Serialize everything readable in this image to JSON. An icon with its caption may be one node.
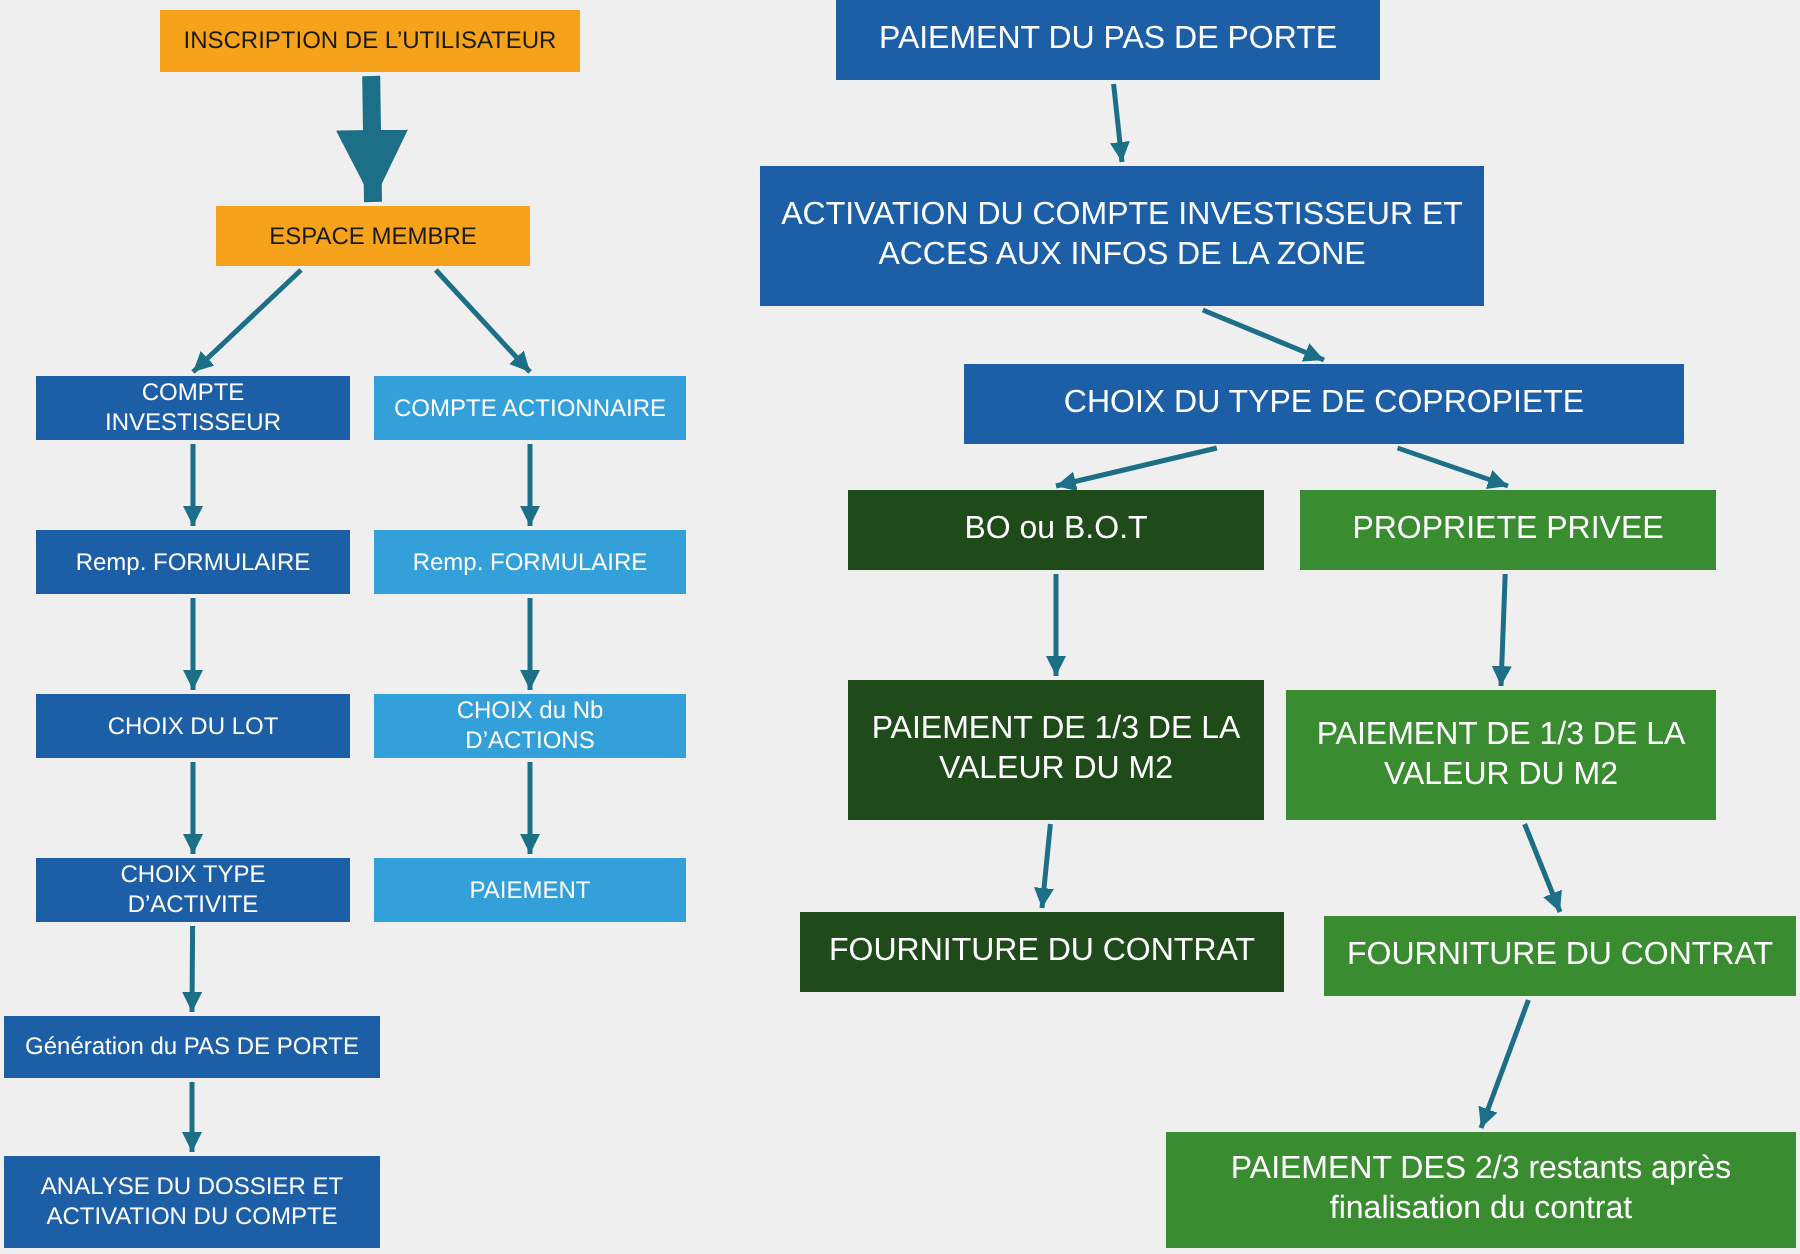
{
  "diagram": {
    "nodes": [
      {
        "text": [
          "INSCRIPTION DE L’UTILISATEUR"
        ]
      },
      {
        "text": [
          "ESPACE MEMBRE"
        ]
      },
      {
        "text": [
          "COMPTE INVESTISSEUR"
        ]
      },
      {
        "text": [
          "COMPTE ACTIONNAIRE"
        ]
      },
      {
        "text": [
          "Remp. FORMULAIRE"
        ]
      },
      {
        "text": [
          "Remp. FORMULAIRE"
        ]
      },
      {
        "text": [
          "CHOIX DU LOT"
        ]
      },
      {
        "text": [
          "CHOIX du Nb D’ACTIONS"
        ]
      },
      {
        "text": [
          "CHOIX TYPE D’ACTIVITE"
        ]
      },
      {
        "text": [
          "PAIEMENT"
        ]
      },
      {
        "text": [
          "Génération du PAS DE PORTE"
        ]
      },
      {
        "text": [
          "ANALYSE DU DOSSIER ET ACTIVATION DU COMPTE"
        ]
      },
      {
        "text": [
          "PAIEMENT DU PAS DE PORTE"
        ]
      },
      {
        "text": [
          "ACTIVATION DU COMPTE INVESTISSEUR ET ACCES AUX INFOS DE LA ZONE"
        ]
      },
      {
        "text": [
          "CHOIX DU TYPE DE COPROPIETE"
        ]
      },
      {
        "text": [
          "BO ou B.O.T"
        ]
      },
      {
        "text": [
          "PROPRIETE PRIVEE"
        ]
      },
      {
        "text": [
          "PAIEMENT DE 1/3 DE LA VALEUR DU M2"
        ]
      },
      {
        "text": [
          "PAIEMENT DE 1/3 DE LA VALEUR DU M2"
        ]
      },
      {
        "text": [
          "FOURNITURE DU CONTRAT"
        ]
      },
      {
        "text": [
          "FOURNITURE DU CONTRAT"
        ]
      },
      {
        "text": [
          "PAIEMENT DES 2/3 restants après finalisation du contrat"
        ]
      }
    ],
    "edges": [
      {
        "from": 0,
        "to": 1,
        "arrow": "to",
        "style": "thick"
      },
      {
        "from": 1,
        "to": 2,
        "arrow": "to"
      },
      {
        "from": 1,
        "to": 3,
        "arrow": "to"
      },
      {
        "from": 2,
        "to": 4,
        "arrow": "to"
      },
      {
        "from": 4,
        "to": 6,
        "arrow": "to"
      },
      {
        "from": 6,
        "to": 8,
        "arrow": "to"
      },
      {
        "from": 8,
        "to": 10,
        "arrow": "to"
      },
      {
        "from": 10,
        "to": 11,
        "arrow": "to"
      },
      {
        "from": 3,
        "to": 5,
        "arrow": "to"
      },
      {
        "from": 5,
        "to": 7,
        "arrow": "to"
      },
      {
        "from": 7,
        "to": 9,
        "arrow": "to"
      },
      {
        "from": 12,
        "to": 13,
        "arrow": "to"
      },
      {
        "from": 13,
        "to": 14,
        "arrow": "to"
      },
      {
        "from": 14,
        "to": 15,
        "arrow": "to"
      },
      {
        "from": 14,
        "to": 16,
        "arrow": "to"
      },
      {
        "from": 15,
        "to": 17,
        "arrow": "to"
      },
      {
        "from": 16,
        "to": 18,
        "arrow": "to"
      },
      {
        "from": 17,
        "to": 19,
        "arrow": "to"
      },
      {
        "from": 18,
        "to": 20,
        "arrow": "to"
      },
      {
        "from": 20,
        "to": 21,
        "arrow": "to"
      }
    ]
  }
}
